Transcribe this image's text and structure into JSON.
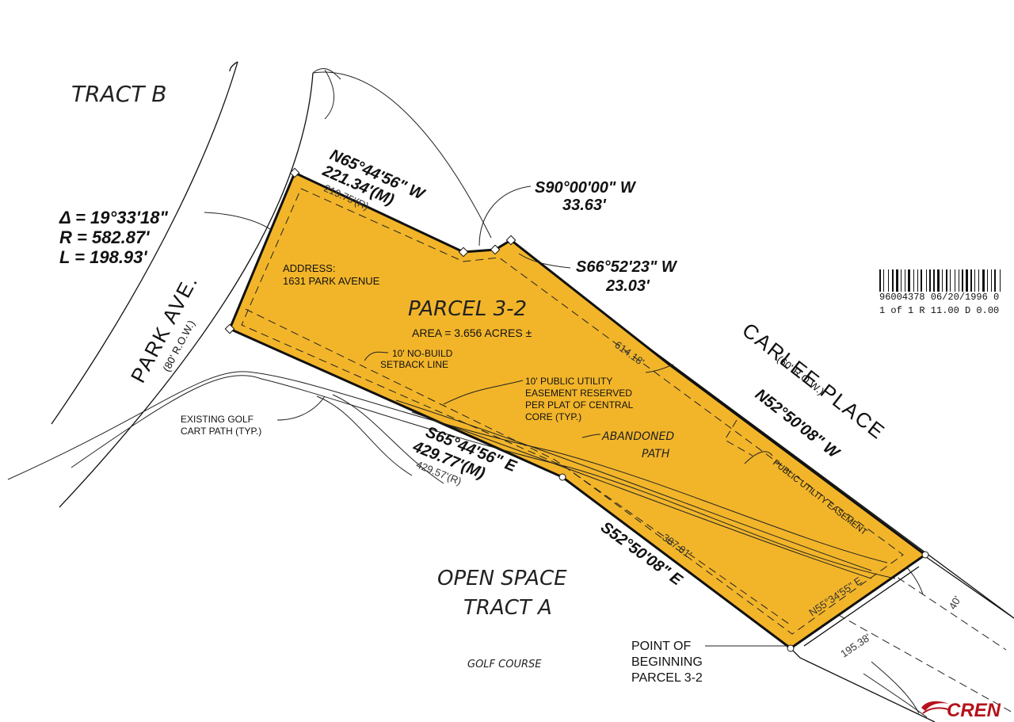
{
  "labels": {
    "tract_b": "TRACT B",
    "curve_delta": "Δ = 19°33'18\"",
    "curve_radius": "R = 582.87'",
    "curve_length": "L = 198.93'",
    "north_bearing": "N65°44'56\" W",
    "north_distance": "221.34'(M)",
    "north_record": "219.75'(R)",
    "s90_bearing": "S90°00'00\" W",
    "s90_distance": "33.63'",
    "s66_bearing": "S66°52'23\" W",
    "s66_distance": "23.03'",
    "address_title": "ADDRESS:",
    "address_value": "1631 PARK AVENUE",
    "parcel_name": "PARCEL 3-2",
    "parcel_area": "AREA = 3.656 ACRES ±",
    "setback_line1": "10' NO-BUILD",
    "setback_line2": "SETBACK LINE",
    "utility_line1": "10' PUBLIC UTILITY",
    "utility_line2": "EASEMENT RESERVED",
    "utility_line3": "PER PLAT OF CENTRAL",
    "utility_line4": "CORE (TYP.)",
    "dim_614": "614.18'",
    "park_ave": "PARK AVE.",
    "park_row": "(80' R.O.W.)",
    "carlee_place": "CARLEE PLACE",
    "carlee_row": "(60' R.O.W.)",
    "n52_bearing": "N52°50'08\" W",
    "golf_path_line1": "EXISTING GOLF",
    "golf_path_line2": "CART PATH (TYP.)",
    "abandoned_line1": "ABANDONED",
    "abandoned_line2": "PATH",
    "south_bearing": "S65°44'56\" E",
    "south_distance": "429.77'(M)",
    "south_record": "429.57'(R)",
    "pue": "PUBLIC UTILITY EASEMENT",
    "s52_bearing": "S52°50'08\" E",
    "dim_387": "387.81'",
    "n55_bearing": "N55°34'55\" E",
    "dim_195": "195.38'",
    "dim_40": "40'",
    "open_space_line1": "OPEN SPACE",
    "open_space_line2": "TRACT A",
    "golf_course": "GOLF COURSE",
    "pob_line1": "POINT OF",
    "pob_line2": "BEGINNING",
    "pob_line3": "PARCEL 3-2",
    "recording_line1": "96004378 06/20/1996 0",
    "recording_line2": "1 of 1 R 11.00 D 0.00",
    "logo_text": "CREN"
  },
  "colors": {
    "parcel_fill": "#f2b52a",
    "logo_red": "#b5121b"
  }
}
